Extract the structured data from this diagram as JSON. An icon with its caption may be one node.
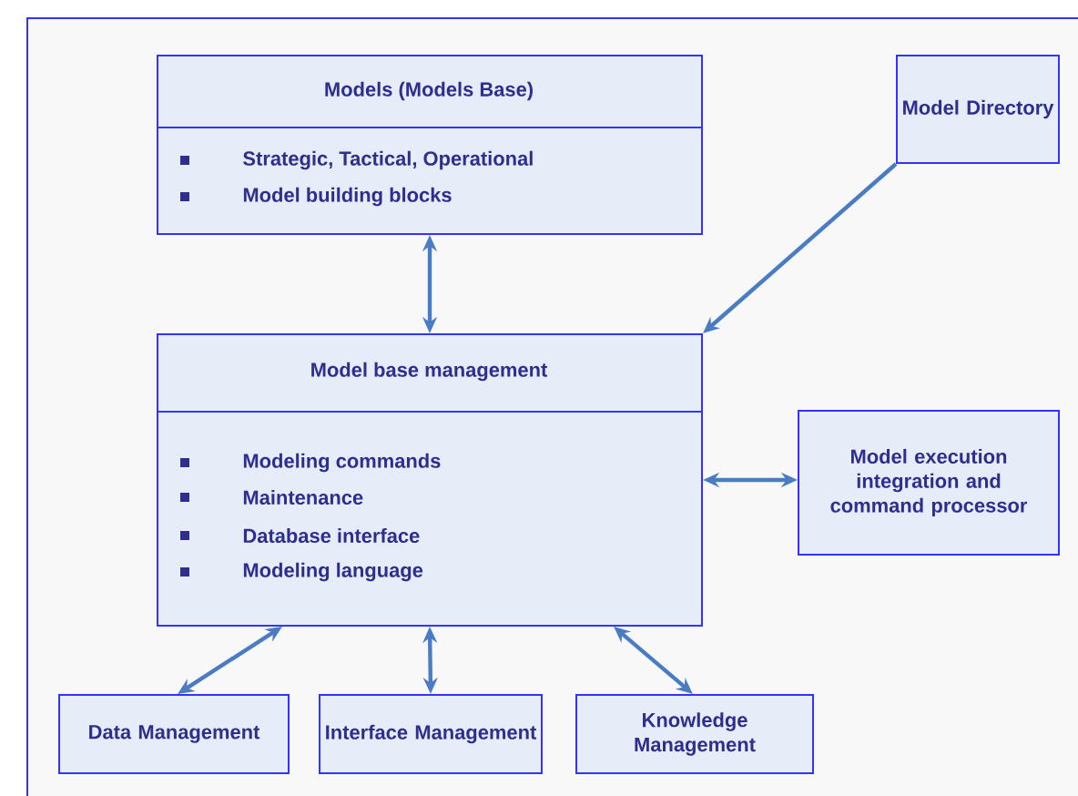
{
  "diagram": {
    "nodes": [
      {
        "text": [
          "Models (Models Base)",
          "Strategic, Tactical, Operational",
          "Model building blocks"
        ]
      },
      {
        "text": [
          "Model Directory"
        ]
      },
      {
        "text": [
          "Model base management",
          "Modeling commands",
          "Maintenance",
          "Database interface",
          "Modeling language"
        ]
      },
      {
        "text": [
          "Model execution integration and command processor"
        ]
      },
      {
        "text": [
          "Data Management"
        ]
      },
      {
        "text": [
          "Interface Management"
        ]
      },
      {
        "text": [
          "Knowledge Management"
        ]
      }
    ],
    "edges": [
      {
        "from": 0,
        "to": 2,
        "arrow": "both"
      },
      {
        "from": 1,
        "to": 2,
        "arrow": "to"
      },
      {
        "from": 2,
        "to": 3,
        "arrow": "both"
      },
      {
        "from": 2,
        "to": 4,
        "arrow": "both"
      },
      {
        "from": 2,
        "to": 5,
        "arrow": "both"
      },
      {
        "from": 2,
        "to": 6,
        "arrow": "both"
      }
    ]
  }
}
